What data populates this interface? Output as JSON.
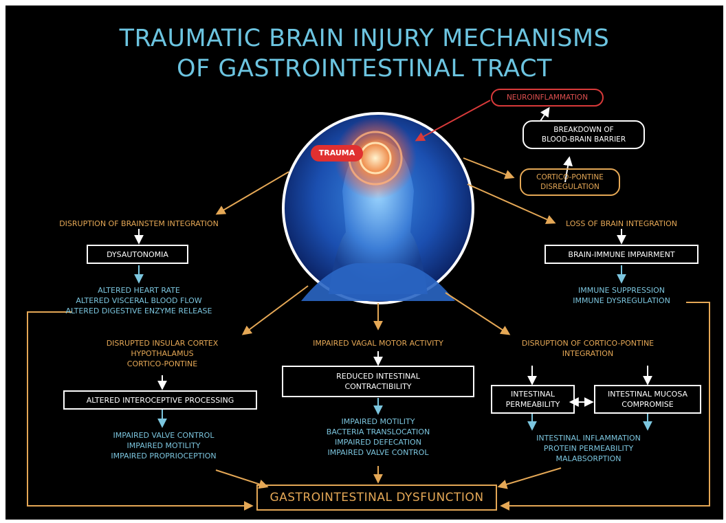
{
  "title": {
    "line1": "TRAUMATIC BRAIN INJURY MECHANISMS",
    "line2": "OF GASTROINTESTINAL TRACT"
  },
  "center": {
    "trauma_label": "TRAUMA"
  },
  "top_right": {
    "neuroinflammation": "NEUROINFLAMMATION",
    "bbb_line1": "BREAKDOWN OF",
    "bbb_line2": "BLOOD-BRAIN BARRIER",
    "cp_line1": "CORTICO-PONTINE",
    "cp_line2": "DISREGULATION"
  },
  "left_branch": {
    "heading": "DISRUPTION OF BRAINSTEM INTEGRATION",
    "box": "DYSAUTONOMIA",
    "effects": [
      "ALTERED HEART RATE",
      "ALTERED VISCERAL BLOOD FLOW",
      "ALTERED DIGESTIVE ENZYME RELEASE"
    ]
  },
  "right_branch": {
    "heading": "LOSS OF BRAIN INTEGRATION",
    "box": "BRAIN-IMMUNE IMPAIRMENT",
    "effects": [
      "IMMUNE SUPPRESSION",
      "IMMUNE DYSREGULATION"
    ]
  },
  "lower_left": {
    "headings": [
      "DISRUPTED INSULAR CORTEX",
      "HYPOTHALAMUS",
      "CORTICO-PONTINE"
    ],
    "box": "ALTERED INTEROCEPTIVE PROCESSING",
    "effects": [
      "IMPAIRED VALVE CONTROL",
      "IMPAIRED MOTILITY",
      "IMPAIRED PROPRIOCEPTION"
    ]
  },
  "lower_center": {
    "heading": "IMPAIRED VAGAL MOTOR ACTIVITY",
    "box_line1": "REDUCED INTESTINAL",
    "box_line2": "CONTRACTIBILITY",
    "effects": [
      "IMPAIRED MOTILITY",
      "BACTERIA TRANSLOCATION",
      "IMPAIRED DEFECATION",
      "IMPAIRED VALVE CONTROL"
    ]
  },
  "lower_right": {
    "heading_line1": "DISRUPTION OF CORTICO-PONTINE",
    "heading_line2": "INTEGRATION",
    "box1_line1": "INTESTINAL",
    "box1_line2": "PERMEABILITY",
    "box2_line1": "INTESTINAL MUCOSA",
    "box2_line2": "COMPROMISE",
    "effects": [
      "INTESTINAL INFLAMMATION",
      "PROTEIN PERMEABILITY",
      "MALABSORPTION"
    ]
  },
  "outcome": "GASTROINTESTINAL DYSFUNCTION",
  "colors": {
    "background": "#000000",
    "title": "#6cc4e0",
    "orange": "#e5a856",
    "blue": "#7cc6df",
    "red": "#d93a3a",
    "white": "#ffffff"
  }
}
